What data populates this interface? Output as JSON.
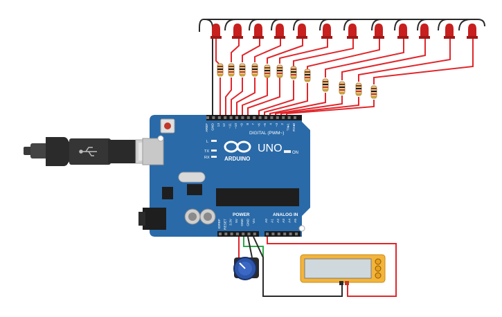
{
  "board": {
    "brand": "ARDUINO",
    "model": "UNO",
    "header_digital": "DIGITAL (PWM~)",
    "header_power": "POWER",
    "header_analog": "ANALOG IN",
    "on_label": "ON",
    "tx_label": "TX",
    "rx_label": "RX",
    "l_label": "L",
    "digital_pins": [
      "AREF",
      "GND",
      "13",
      "12",
      "~11",
      "~10",
      "~9",
      "8",
      "7",
      "~6",
      "~5",
      "4",
      "~3",
      "2",
      "TX▸1",
      "RX◂0"
    ],
    "power_pins": [
      "IOREF",
      "RESET",
      "3.3V",
      "5V",
      "GND",
      "GND",
      "Vin"
    ],
    "analog_pins": [
      "A0",
      "A1",
      "A2",
      "A3",
      "A4",
      "A5"
    ]
  },
  "components": {
    "leds": 12,
    "resistors": 12,
    "potentiometer": "potentiometer",
    "multimeter_display": ""
  },
  "colors": {
    "board": "#2a6aa8",
    "board_dark": "#1f5283",
    "wire_red": "#e0262b",
    "wire_black": "#2a2a2a",
    "wire_green": "#2fa84a",
    "led": "#c81f1f",
    "multimeter": "#f3b43a"
  }
}
